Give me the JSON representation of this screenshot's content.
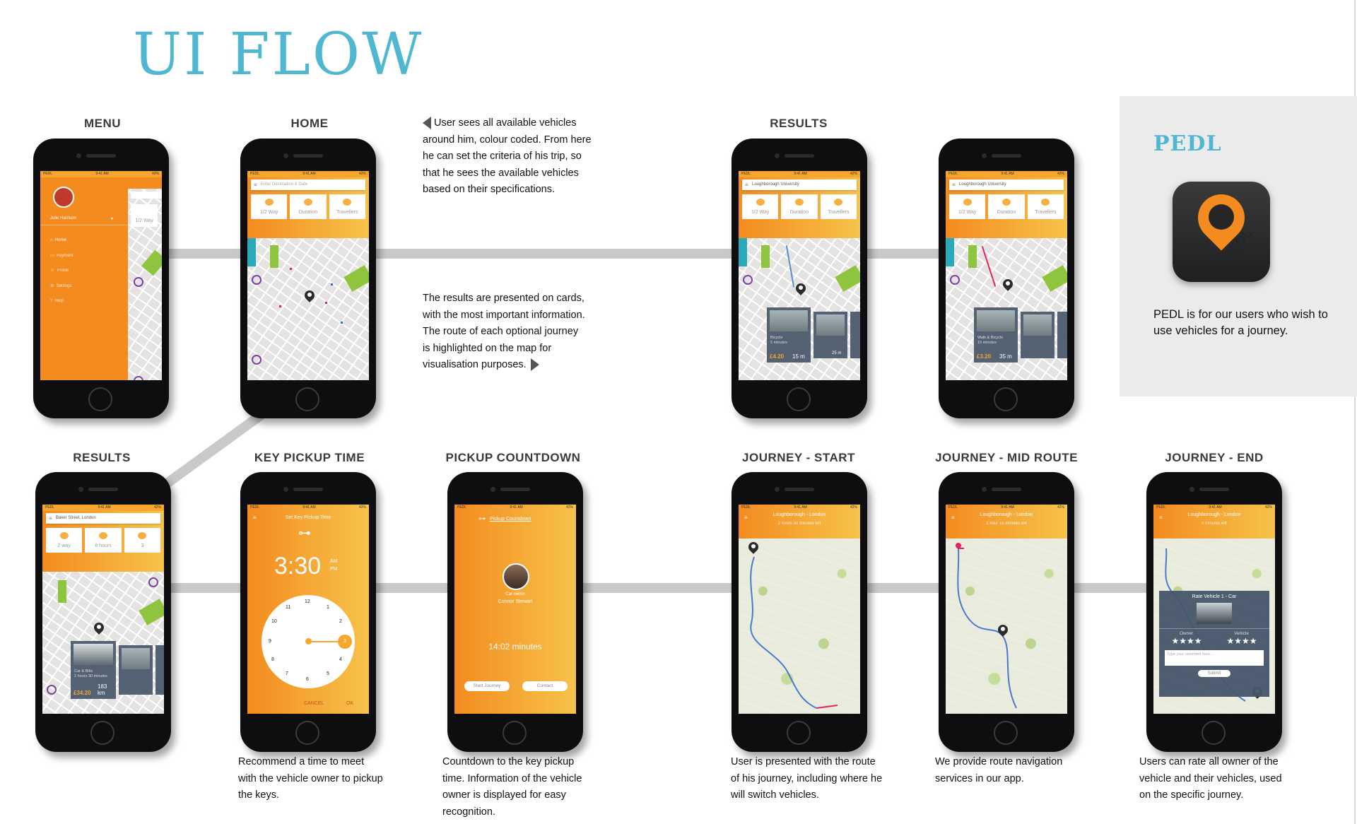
{
  "page": {
    "title": "UI FLOW"
  },
  "labels": {
    "menu": "MENU",
    "home": "HOME",
    "results_top": "RESULTS",
    "results_bottom": "RESULTS",
    "key_pickup": "KEY PICKUP TIME",
    "pickup_countdown": "PICKUP COUNTDOWN",
    "journey_start": "JOURNEY - START",
    "journey_mid": "JOURNEY - MID ROUTE",
    "journey_end": "JOURNEY - END"
  },
  "descriptions": {
    "home_1": "User sees all available vehicles around him, colour coded. From here he can set the criteria of his trip, so that he sees the available vehicles based on their specifications.",
    "results_1": "The results are presented on cards, with the most important information. The route of each optional journey is highlighted on the map for visualisation purposes.",
    "key_pickup": "Recommend a time to meet with the vehicle owner to pickup the keys.",
    "countdown": "Countdown to the key pickup time. Information of the vehicle owner is displayed for easy recognition.",
    "journey_start": "User is presented with the route of his journey, including where he will switch vehicles.",
    "journey_mid": "We provide route navigation services in our app.",
    "journey_end": "Users can rate all owner of the vehicle and their vehicles, used on the specific journey."
  },
  "panel": {
    "title": "PEDL",
    "icon_text": "PEDL",
    "description": "PEDL is for our users who wish to use vehicles for a journey."
  },
  "status": {
    "carrier": "PEDL",
    "time": "9:41 AM",
    "battery": "42%"
  },
  "menu_screen": {
    "user_name": "Julie Harrison",
    "items": [
      "Home",
      "Payment",
      "Profile",
      "Settings",
      "Help"
    ],
    "peek_filter": "1/2 Way"
  },
  "home_screen": {
    "search_placeholder": "Enter Destination & Date",
    "filters": [
      "1/2 Way",
      "Duration",
      "Travellers"
    ]
  },
  "results_a": {
    "search_value": "Loughborough University",
    "card_name": "Bicycle",
    "card_time": "5 minutes",
    "card_price": "£4.20",
    "card_dist": "15 m",
    "card2_dist": "25 m"
  },
  "results_b": {
    "search_value": "Loughborough University",
    "card_name": "Walk & Bicycle",
    "card_time": "15 minutes",
    "card_price": "£3.20",
    "card_dist": "35 m"
  },
  "results_c": {
    "search_value": "Baker Street, London",
    "filters": [
      "2 way",
      "8 hours",
      "3"
    ],
    "card_name": "Car & Bike",
    "card_time": "2 hours 30 minutes",
    "card_price": "£34.20",
    "card_dist": "183 km"
  },
  "key_screen": {
    "heading": "Set Key Pickup Time",
    "time": "3:30",
    "am": "AM",
    "pm": "PM",
    "numbers": [
      "12",
      "1",
      "2",
      "3",
      "4",
      "5",
      "6",
      "7",
      "8",
      "9",
      "10",
      "11"
    ],
    "cancel": "CANCEL",
    "ok": "OK"
  },
  "countdown_screen": {
    "heading": "Pickup Countdown",
    "role": "Car owner",
    "owner": "Connor Stewart",
    "remaining": "14:02 minutes",
    "start_btn": "Start Journey",
    "contact_btn": "Contact"
  },
  "journey_start_screen": {
    "route": "Loughborough - London",
    "left": "2 hours 30 minutes left"
  },
  "journey_mid_screen": {
    "route": "Loughborough - London",
    "left": "1 hour 15 minutes left"
  },
  "journey_end_screen": {
    "route": "Loughborough - London",
    "left": "0 minutes left",
    "rate_title": "Rate Vehicle 1 - Car",
    "owner_label": "Owner",
    "vehicle_label": "Vehicle",
    "comment_placeholder": "Type your comment here...",
    "submit": "Submit",
    "stars": "★★★★"
  },
  "colors": {
    "accent": "#4fb7cf",
    "orange": "#f48b1f",
    "orange_light": "#f6c34a",
    "card": "#465669"
  }
}
